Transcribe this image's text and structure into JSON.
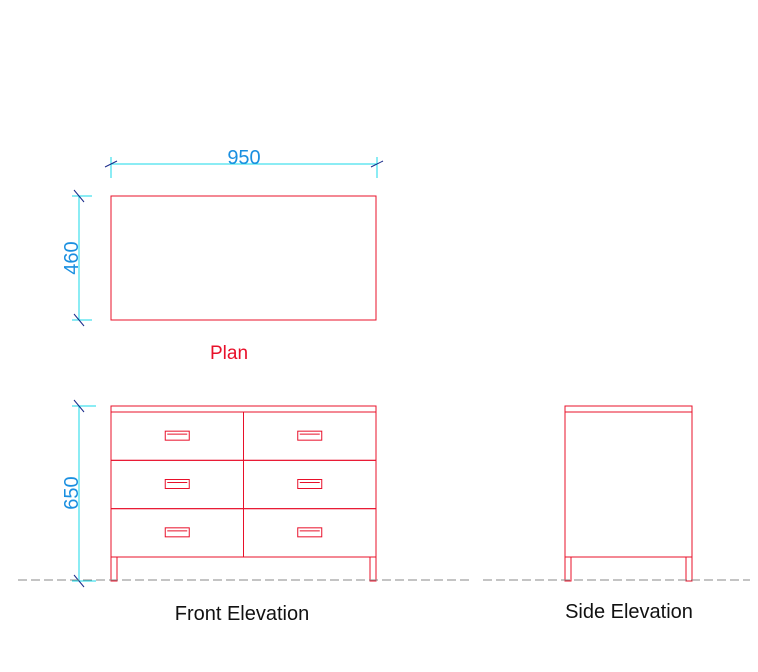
{
  "dimensions": {
    "width": "950",
    "depth": "460",
    "height": "650"
  },
  "labels": {
    "plan": "Plan",
    "front": "Front Elevation",
    "side": "Side Elevation"
  },
  "colors": {
    "outline": "#e8102a",
    "dimension": "#17d9e8",
    "dimension_text": "#1a8fe0",
    "dimension_tick": "#1a2a8a",
    "plan_label": "#e8102a",
    "caption": "#111111",
    "ground": "#8a8a8a"
  },
  "front_elevation": {
    "drawer_rows": 3,
    "drawer_columns": 2
  }
}
